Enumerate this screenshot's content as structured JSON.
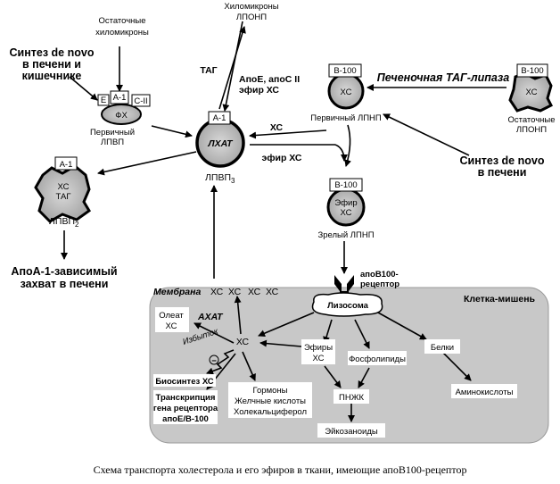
{
  "caption": "Схема транспорта холестерола и его эфиров в ткани, имеющие апоВ100-рецептор",
  "labels": {
    "chylomicron_remnants": [
      "Остаточные",
      "хиломикроны"
    ],
    "de_novo_liver_gut": [
      "Синтез de novo",
      "в печени и",
      "кишечнике"
    ],
    "hdl_primary_particle": {
      "e": "E",
      "a1": "A-1",
      "c2": "C-II",
      "core": "ФХ"
    },
    "hdl_primary_caption": [
      "Первичный",
      "ЛПВП"
    ],
    "hdl2_particle": {
      "a1": "A-1",
      "core": [
        "ХС",
        "ТАГ"
      ]
    },
    "hdl2_caption": "ЛПВП",
    "hdl2_sub": "2",
    "apoa1_uptake": [
      "АпоА-1-зависимый",
      "захват в печени"
    ],
    "chylo_vldl": [
      "Хиломикроны",
      "ЛПОНП"
    ],
    "tag_label": "ТАГ",
    "apoe_label": [
      "АпоЕ, апоС II",
      "эфир ХС"
    ],
    "lcat_particle": {
      "a1": "A-1",
      "core": "ЛХАТ"
    },
    "hdl3_caption": "ЛПВП",
    "hdl3_sub": "3",
    "xc_arrow": "ХС",
    "ester_xc_arrow": "эфир ХС",
    "ldl_primary_particle": {
      "b100": "B-100",
      "core": "ХС"
    },
    "ldl_primary_caption": "Первичный ЛПНП",
    "hepatic_lipase": "Печеночная ТАГ-липаза",
    "remnant_vldl_particle": {
      "b100": "B-100",
      "core": "ХС"
    },
    "remnant_vldl_caption": [
      "Остаточные",
      "ЛПОНП"
    ],
    "de_novo_liver": [
      "Синтез de novo",
      "в печени"
    ],
    "mature_ldl_particle": {
      "b100": "B-100",
      "core": [
        "Эфир",
        "ХС"
      ]
    },
    "mature_ldl_caption": "Зрелый ЛПНП",
    "receptor": [
      "апоВ100-",
      "рецептор"
    ],
    "target_cell": "Клетка-мишень",
    "membrane": "Мембрана",
    "membrane_xc": [
      "ХС",
      "ХС",
      "ХС",
      "ХС"
    ],
    "lysosome": "Лизосома",
    "oleate": [
      "Олеат",
      "ХС"
    ],
    "acat": "АХАТ",
    "excess": "Избыток",
    "xc_center": "ХС",
    "minus": "−",
    "esters": [
      "Эфиры",
      "ХС"
    ],
    "phospholipids": "Фосфолипиды",
    "proteins": "Белки",
    "amino_acids": "Аминокислоты",
    "pufa": "ПНЖК",
    "eicosanoids": "Эйкозаноиды",
    "hormones": [
      "Гормоны",
      "Желчные  кислоты",
      "Холекальциферол"
    ],
    "xc_biosynthesis": "Биосинтез ХС",
    "transcription": [
      "Транскрипция",
      "гена рецептора",
      "апоЕ/В-100"
    ]
  }
}
